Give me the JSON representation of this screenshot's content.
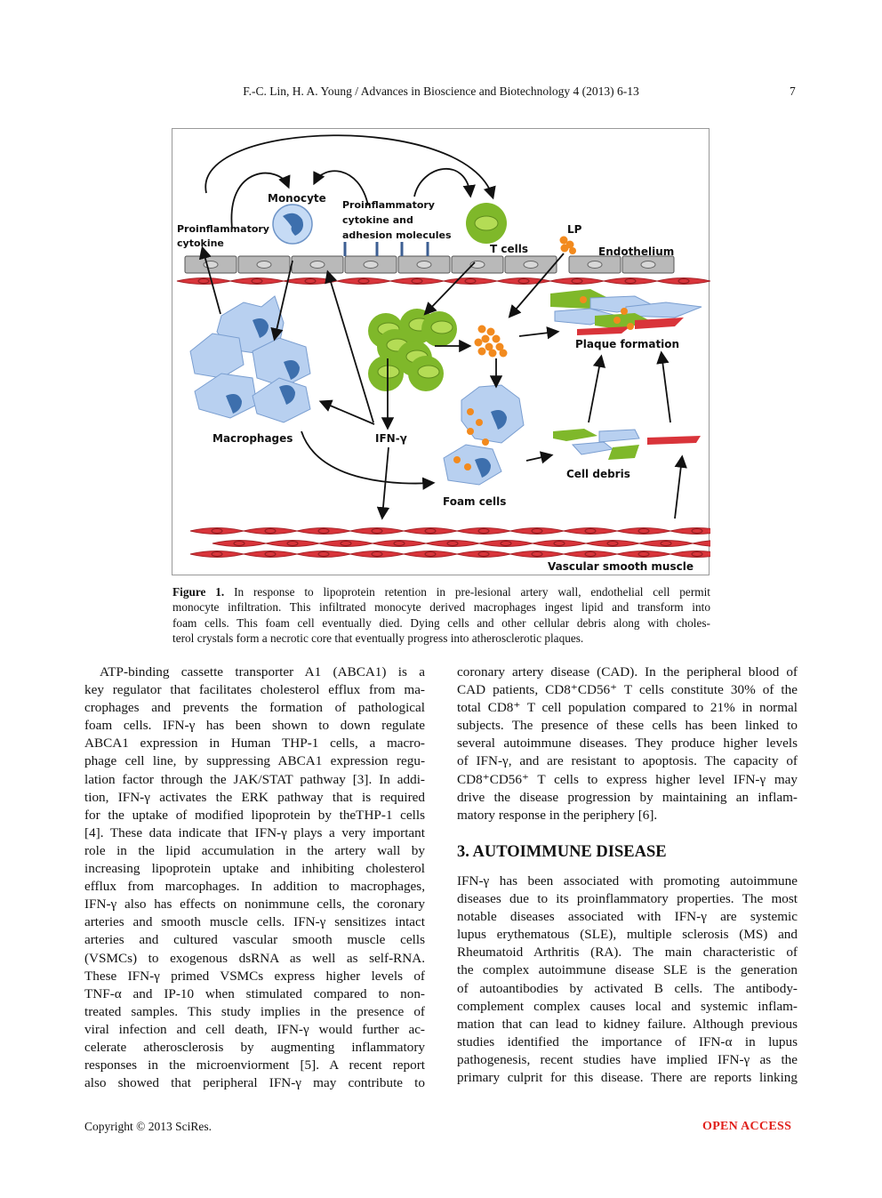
{
  "header": {
    "running_head": "F.-C. Lin, H. A. Young / Advances in Bioscience and Biotechnology 4 (2013) 6-13",
    "page_number": "7"
  },
  "figure": {
    "labels": {
      "monocyte": "Monocyte",
      "proinf_adhesion": [
        "Proinflammatory",
        "cytokine and",
        "adhesion molecules"
      ],
      "proinf_cytokine": [
        "Proinflammatory",
        "cytokine"
      ],
      "t_cells": "T cells",
      "lp": "LP",
      "endothelium": "Endothelium",
      "plaque": "Plaque formation",
      "macrophages": "Macrophages",
      "ifn": "IFN-γ",
      "foam_cells": "Foam cells",
      "cell_debris": "Cell debris",
      "vsm": "Vascular smooth muscle"
    },
    "colors": {
      "endothelium": "#b9b9b9",
      "muscle": "#d9343a",
      "macrophage": "#b8d0f0",
      "nucleus": "#3d6fad",
      "tcell": "#7fb82a",
      "lp": "#f28a1e"
    },
    "caption_label": "Figure 1.",
    "caption_lines": [
      "In response to lipoprotein retention in pre-lesional artery wall, endothelial cell permit",
      "monocyte infiltration. This infiltrated monocyte derived macrophages ingest lipid and transform into",
      "foam cells. This foam cell eventually died. Dying cells and other cellular debris along with choles-",
      "terol crystals form a necrotic core that eventually progress into atherosclerotic plaques."
    ]
  },
  "left_column": [
    "ATP-binding cassette transporter A1 (ABCA1) is a",
    "key regulator that facilitates cholesterol efflux from ma-",
    "crophages and prevents the formation of pathological",
    "foam cells. IFN-γ has been shown to down regulate",
    "ABCA1 expression in Human THP-1 cells, a macro-",
    "phage cell line, by suppressing ABCA1 expression regu-",
    "lation factor through the JAK/STAT pathway [3]. In addi-",
    "tion, IFN-γ activates the ERK pathway that is required",
    "for the uptake of modified lipoprotein by theTHP-1 cells",
    "[4]. These data indicate that IFN-γ plays a very important",
    "role in the lipid accumulation in the artery wall by",
    "increasing lipoprotein uptake and inhibiting cholesterol",
    "efflux from marcophages. In addition to macrophages,",
    "IFN-γ also has effects on nonimmune cells, the coronary",
    "arteries and smooth muscle cells. IFN-γ sensitizes intact",
    "arteries and cultured vascular smooth muscle cells",
    "(VSMCs) to exogenous dsRNA as well as self-RNA.",
    "These IFN-γ primed VSMCs express higher levels of",
    "TNF-α and IP-10 when stimulated compared to non-",
    "treated samples. This study implies in the presence of",
    "viral infection and cell death, IFN-γ would further ac-",
    "celerate atherosclerosis by augmenting inflammatory",
    "responses in the microenviorment [5]. A recent report",
    "also showed that peripheral IFN-γ may contribute to"
  ],
  "right_column_a": [
    "coronary artery disease (CAD). In the peripheral blood of",
    "CAD patients, CD8⁺CD56⁺ T cells constitute 30% of the",
    "total CD8⁺ T cell population compared to 21% in normal",
    "subjects. The presence of these cells has been linked to",
    "several autoimmune diseases. They produce higher levels",
    "of IFN-γ, and are resistant to apoptosis. The capacity of",
    "CD8⁺CD56⁺ T cells to express higher level IFN-γ may",
    "drive the disease progression by maintaining an inflam-",
    "matory response in the periphery [6]."
  ],
  "section_heading": "3. AUTOIMMUNE DISEASE",
  "right_column_b": [
    "IFN-γ has been associated with promoting autoimmune",
    "diseases due to its proinflammatory properties. The most",
    "notable diseases associated with IFN-γ are systemic",
    "lupus erythematous (SLE), multiple sclerosis (MS) and",
    "Rheumatoid Arthritis (RA). The main characteristic of",
    "the complex autoimmune disease SLE is the generation",
    "of autoantibodies by activated B cells. The antibody-",
    "complement complex causes local and systemic inflam-",
    "mation that can lead to kidney failure. Although previous",
    "studies identified the importance of IFN-α in lupus",
    "pathogenesis, recent studies have implied IFN-γ as the",
    "primary culprit for this disease. There are reports linking"
  ],
  "footer": {
    "copyright": "Copyright © 2013 SciRes.",
    "open_access": "OPEN ACCESS"
  }
}
